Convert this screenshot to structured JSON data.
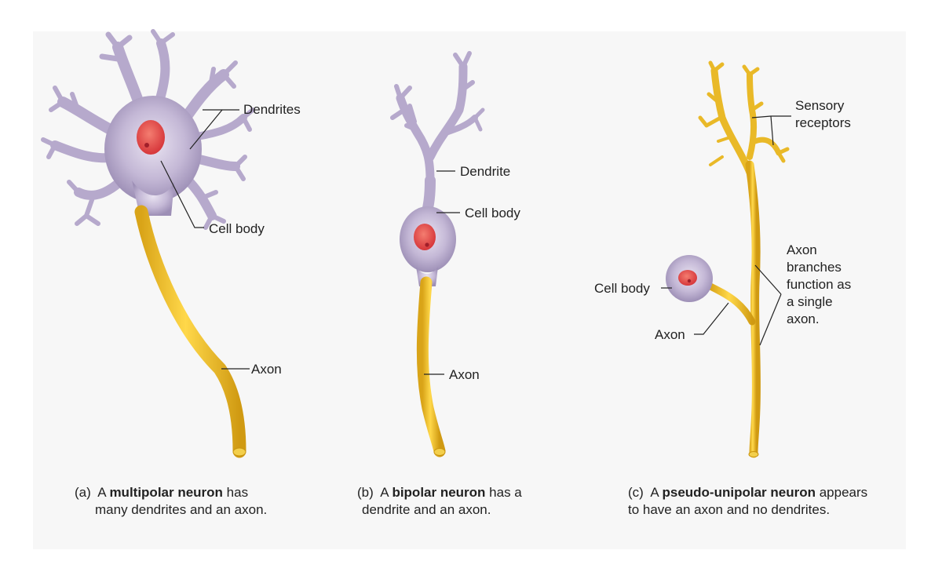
{
  "panels": [
    {
      "id": "a",
      "labels": {
        "dendrites": "Dendrites",
        "cell_body": "Cell body",
        "axon": "Axon"
      },
      "caption": {
        "marker": "(a)",
        "prefix": "A",
        "bold": "multipolar neuron",
        "suffix": "has",
        "line2": "many dendrites and an axon."
      }
    },
    {
      "id": "b",
      "labels": {
        "dendrite": "Dendrite",
        "cell_body": "Cell body",
        "axon": "Axon"
      },
      "caption": {
        "marker": "(b)",
        "prefix": "A",
        "bold": "bipolar neuron",
        "suffix": "has a",
        "line2": "dendrite and an axon."
      }
    },
    {
      "id": "c",
      "labels": {
        "sensory_receptors": "Sensory receptors",
        "axon_branches": "Axon branches function as a single axon.",
        "cell_body": "Cell body",
        "axon": "Axon"
      },
      "caption": {
        "marker": "(c)",
        "prefix": "A",
        "bold": "pseudo-unipolar neuron",
        "suffix": "appears",
        "line2": "to have an axon and no dendrites."
      }
    }
  ],
  "colors": {
    "dendrite": "#b9acce",
    "dendrite_dark": "#8f81a8",
    "axon": "#e9b928",
    "axon_dark": "#c9940f",
    "nucleus": "#e04848",
    "nucleolus": "#a11f2a"
  }
}
